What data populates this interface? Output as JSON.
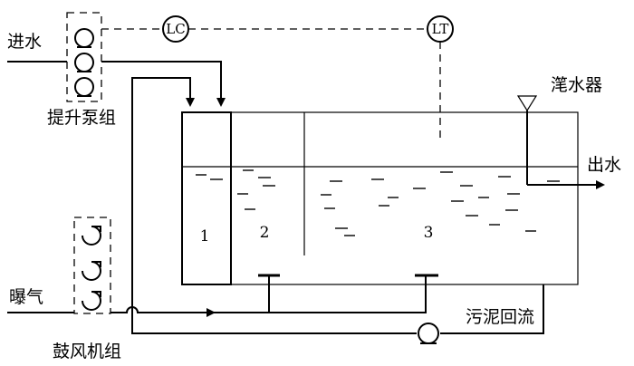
{
  "labels": {
    "inlet": "进水",
    "lift_pumps": "提升泵组",
    "aeration": "曝气",
    "blower_group": "鼓风机组",
    "decanter": "滗水器",
    "outlet": "出水",
    "sludge_return": "污泥回流"
  },
  "instruments": {
    "level_controller": "LC",
    "level_transmitter": "LT"
  },
  "zones": [
    "1",
    "2",
    "3"
  ]
}
